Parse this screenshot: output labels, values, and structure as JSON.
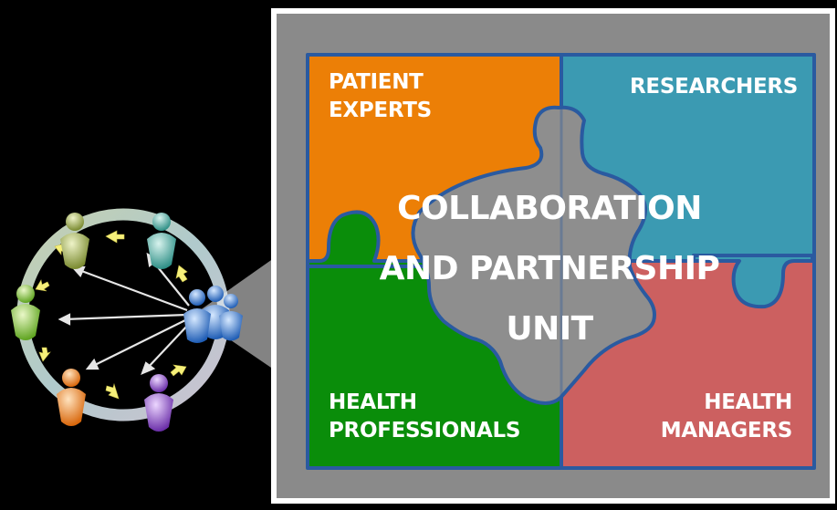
{
  "panel": {
    "top_left_label": [
      "PATIENT",
      "EXPERTS"
    ],
    "top_right_label": [
      "RESEARCHERS"
    ],
    "bottom_left_label": [
      "HEALTH",
      "PROFESSIONALS"
    ],
    "bottom_right_label": [
      "HEALTH",
      "MANAGERS"
    ],
    "center_label": [
      "COLLABORATION",
      "AND PARTNERSHIP",
      "UNIT"
    ]
  },
  "colors": {
    "background": "#000000",
    "panel_frame": "#ffffff",
    "panel_fill": "#8a8a8a",
    "puzzle_border": "#2a5aa0",
    "patient_experts": "#ec7f06",
    "researchers": "#3b9ab2",
    "health_professionals": "#0a8d0a",
    "health_managers": "#cc6060",
    "center_piece": "#8e8e8e"
  },
  "icons": {
    "cycle": "people-cycle-icon",
    "people": [
      "olive-person-icon",
      "teal-person-icon",
      "blue-group-icon",
      "purple-person-icon",
      "orange-person-icon",
      "green-person-icon"
    ]
  }
}
